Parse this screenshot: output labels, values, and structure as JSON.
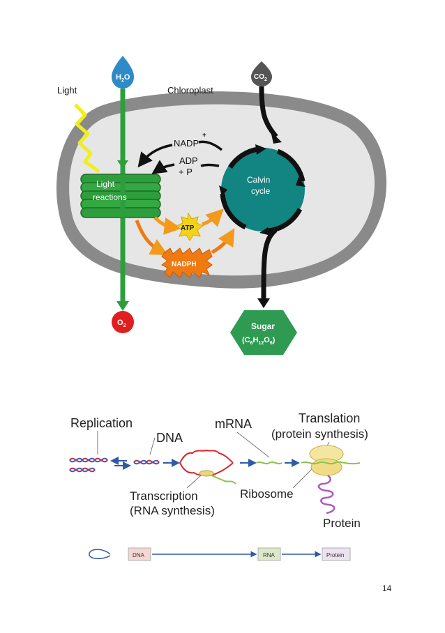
{
  "photosynthesis": {
    "water_label": "H",
    "water_sub": "2",
    "water_tail": "O",
    "co2_label": "CO",
    "co2_sub": "2",
    "oxygen_label": "O",
    "oxygen_sub": "2",
    "light_label": "Light",
    "chloroplast_label": "Chloroplast",
    "nadp_label": "NADP",
    "nadp_sup": "+",
    "adp_label": "ADP",
    "adp_p_label": "+ P",
    "light_reactions_line1": "Light",
    "light_reactions_line2": "reactions",
    "calvin_line1": "Calvin",
    "calvin_line2": "cycle",
    "atp_label": "ATP",
    "nadph_label": "NADPH",
    "sugar_line1": "Sugar",
    "sugar_c": "(C",
    "sugar_c_sub": "6",
    "sugar_h": "H",
    "sugar_h_sub": "12",
    "sugar_o": "O",
    "sugar_o_sub": "6",
    "sugar_close": ")"
  },
  "central_dogma": {
    "replication_label": "Replication",
    "dna_label": "DNA",
    "mrna_label": "mRNA",
    "translation_line1": "Translation",
    "translation_line2": "(protein synthesis)",
    "transcription_line1": "Transcription",
    "transcription_line2": "(RNA synthesis)",
    "ribosome_label": "Ribosome",
    "protein_label": "Protein",
    "flow_dna": "DNA",
    "flow_rna": "RNA",
    "flow_protein": "Protein"
  },
  "page": {
    "number": "14"
  },
  "colors": {
    "chloroplast_outer": "#8a8a8a",
    "chloroplast_inner": "#e6e6e6",
    "thylakoid_green": "#2e9e3c",
    "calvin_teal": "#128481",
    "sugar_green": "#2e9a52",
    "oxygen_red": "#e01e1e",
    "water_blue": "#2f8bc7",
    "co2_gray": "#555555",
    "atp_yellow": "#f2d21a",
    "nadph_orange": "#f07a12",
    "dna_red": "#d8262e",
    "dna_blue": "#3b5bc4",
    "arrow_blue": "#2f5aa8"
  }
}
